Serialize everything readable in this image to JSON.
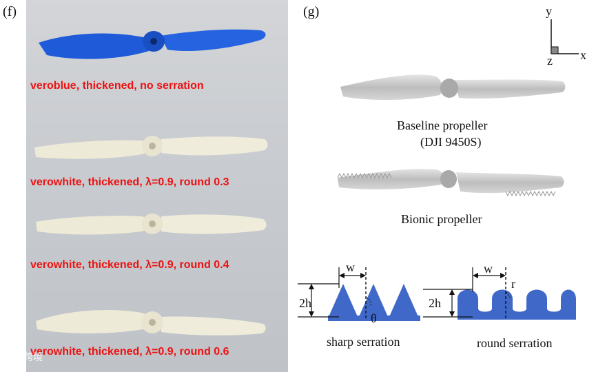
{
  "panel_f": {
    "label": "(f)",
    "captions": [
      "veroblue, thickened, no serration",
      "verowhite, thickened,  λ=0.9, round 0.3",
      "verowhite, thickened,  λ=0.9, round 0.4",
      "verowhite, thickened,  λ=0.9, round 0.6"
    ],
    "watermark": "大数跨境"
  },
  "panel_g": {
    "label": "(g)",
    "axes": {
      "y": "y",
      "x": "x",
      "z": "z"
    },
    "baseline_caption_1": "Baseline propeller",
    "baseline_caption_2": "(DJI 9450S)",
    "bionic_caption": "Bionic propeller",
    "sharp": {
      "w": "w",
      "h": "2h",
      "theta": "θ",
      "caption": "sharp serration"
    },
    "round": {
      "w": "w",
      "h": "2h",
      "r": "r",
      "caption": "round serration"
    }
  },
  "colors": {
    "blue": "#3f68c8",
    "red": "#ee1111"
  }
}
